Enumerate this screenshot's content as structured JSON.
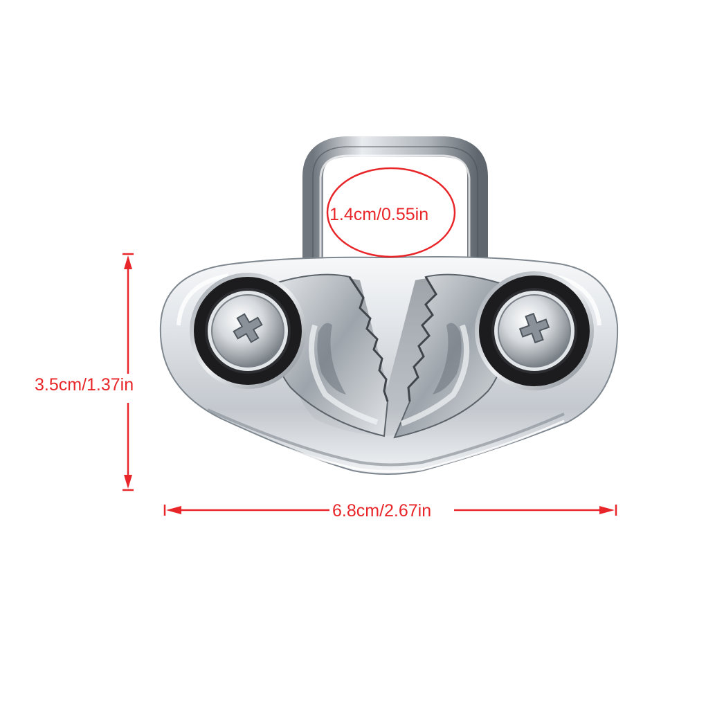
{
  "product": {
    "name": "stainless steel cam cleat with fairlead loop",
    "icon": "cam-cleat-photo"
  },
  "dimensions": {
    "height": "3.5cm/1.37in",
    "width": "6.8cm/2.67in",
    "loop": "1.4cm/0.55in"
  },
  "colors": {
    "annotation": "#e8262a",
    "background": "#ffffff",
    "steel_light": "#f4f6f8",
    "steel_mid": "#b9bfc6",
    "steel_dark": "#4d545c",
    "washer": "#1c1c1e"
  }
}
